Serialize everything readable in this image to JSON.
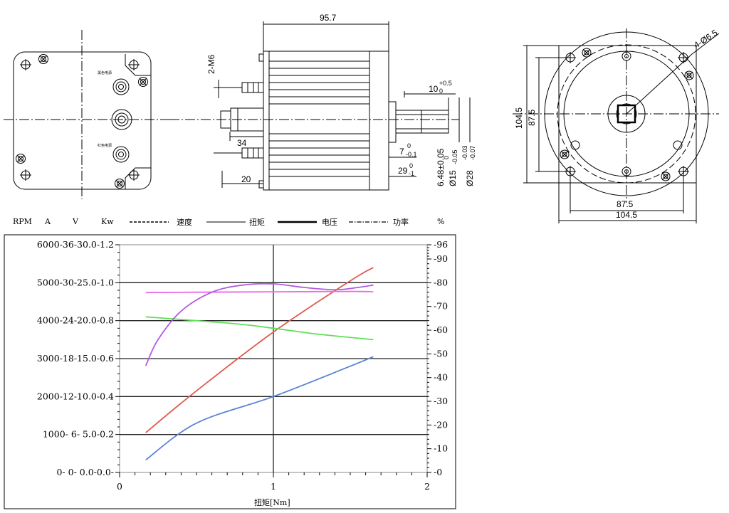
{
  "drawing": {
    "side_view": {
      "overall_length": "95.7",
      "thread": "2-M6",
      "terminal_spacing": "34",
      "base_spacing": "20",
      "shaft_length": "10",
      "shaft_length_tol_upper": "+0.5",
      "shaft_length_tol_lower": "0",
      "pilot_depth": "7",
      "pilot_depth_tol_upper": "0",
      "pilot_depth_tol_lower": "-0.1",
      "shaft_extension": "29",
      "shaft_extension_tol_upper": "0",
      "shaft_extension_tol_lower": "-1",
      "flat_dim": "6.48±0.05",
      "shaft_dia": "Ø15",
      "shaft_dia_tol_upper": "0",
      "shaft_dia_tol_lower": "-0.05",
      "pilot_dia": "Ø28",
      "pilot_dia_tol_upper": "-0.03",
      "pilot_dia_tol_lower": "-0.07"
    },
    "rear_view": {
      "label_top": "黑色电源",
      "label_bottom": "红色电源"
    },
    "front_view": {
      "holes": "4-Ø6.5",
      "height_outer": "104.5",
      "height_inner": "87.5",
      "width_inner": "87.5",
      "width_outer": "104.5"
    }
  },
  "chart_data": {
    "type": "line",
    "legend": {
      "units": [
        "RPM",
        "A",
        "V",
        "Kw"
      ],
      "entries": [
        {
          "label": "速度",
          "style": "dashed"
        },
        {
          "label": "扭矩",
          "style": "thin"
        },
        {
          "label": "电压",
          "style": "thick"
        },
        {
          "label": "功率",
          "style": "dash-dot"
        }
      ],
      "right_unit": "%"
    },
    "xlabel": "扭矩[Nm]",
    "xlim": [
      0,
      2
    ],
    "x_ticks": [
      "0",
      "1",
      "2"
    ],
    "left_ylim": [
      0,
      6000
    ],
    "left_tick_labels": [
      "0- 0- 0.0-0.0-",
      "1000- 6- 5.0-0.2",
      "2000-12-10.0-0.4",
      "3000-18-15.0-0.6",
      "4000-24-20.0-0.8",
      "5000-30-25.0-1.0",
      "6000-36-30.0-1.2"
    ],
    "right_ylim": [
      0,
      96
    ],
    "right_tick_labels": [
      "0",
      "10",
      "20",
      "30",
      "40",
      "50",
      "60",
      "70",
      "80",
      "90",
      "96"
    ],
    "right_tick_values": [
      0,
      10,
      20,
      30,
      40,
      50,
      60,
      70,
      80,
      90,
      96
    ],
    "series": [
      {
        "color": "#e05a4e",
        "axis": "left",
        "x": [
          0.17,
          0.5,
          1.0,
          1.5,
          1.65
        ],
        "y": [
          1050,
          2150,
          3700,
          5050,
          5400
        ]
      },
      {
        "color": "#5b82d6",
        "axis": "left",
        "x": [
          0.17,
          0.5,
          1.0,
          1.5,
          1.65
        ],
        "y": [
          330,
          1300,
          2000,
          2800,
          3050
        ]
      },
      {
        "color": "#5fe05a",
        "axis": "left",
        "x": [
          0.17,
          0.5,
          0.8,
          1.0,
          1.3,
          1.65
        ],
        "y": [
          4100,
          4000,
          3900,
          3800,
          3640,
          3500
        ]
      },
      {
        "color": "#ea6ae6",
        "axis": "left",
        "x": [
          0.17,
          0.5,
          1.0,
          1.5,
          1.65
        ],
        "y": [
          4740,
          4750,
          4760,
          4770,
          4760
        ]
      },
      {
        "color": "#b35be0",
        "axis": "right",
        "x": [
          0.17,
          0.25,
          0.4,
          0.6,
          0.8,
          1.0,
          1.2,
          1.4,
          1.55,
          1.65
        ],
        "y": [
          45,
          56,
          68,
          76,
          79,
          79.5,
          78,
          77,
          78,
          79
        ]
      }
    ]
  }
}
